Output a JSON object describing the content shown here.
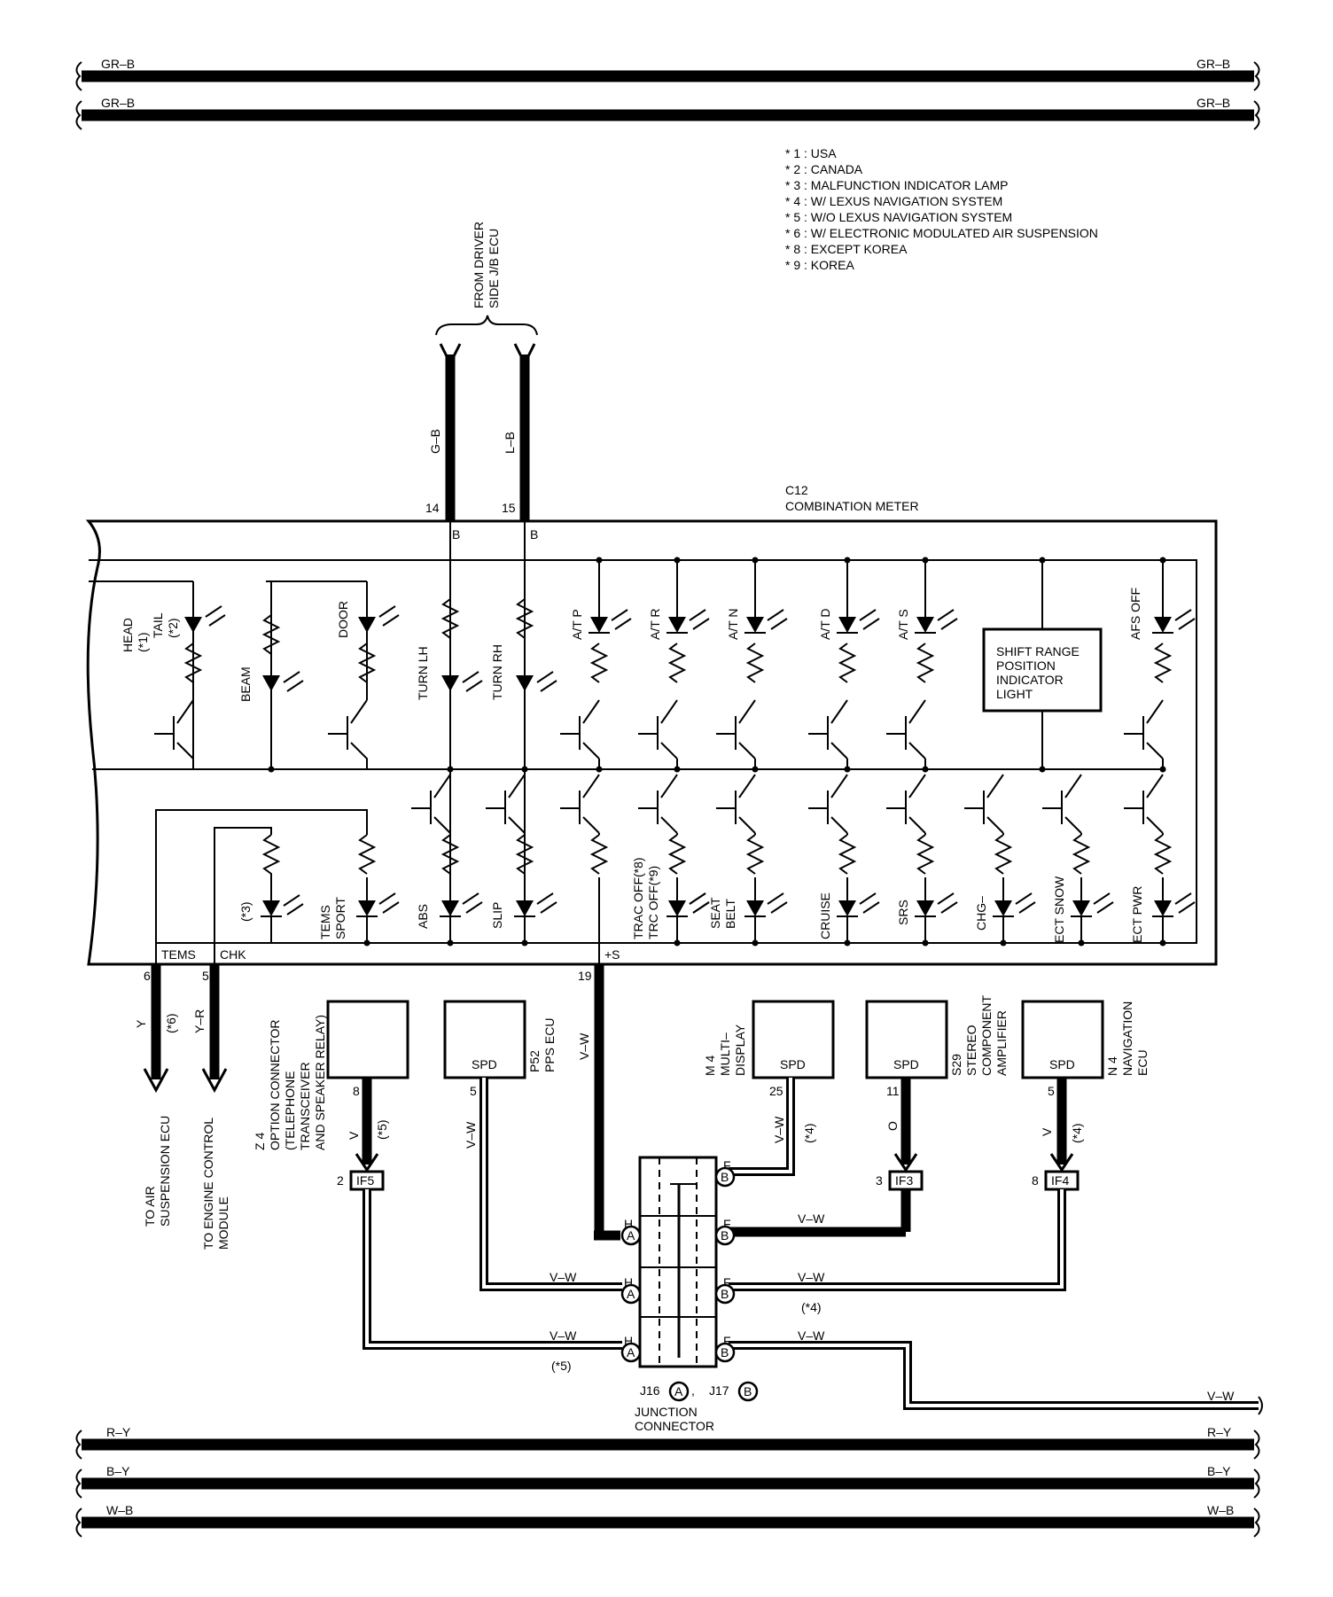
{
  "buses_top": [
    {
      "left_label": "GR–B",
      "right_label": "GR–B"
    },
    {
      "left_label": "GR–B",
      "right_label": "GR–B"
    }
  ],
  "buses_bottom": [
    {
      "left_label": "R–Y",
      "right_label": "R–Y"
    },
    {
      "left_label": "B–Y",
      "right_label": "B–Y"
    },
    {
      "left_label": "W–B",
      "right_label": "W–B"
    }
  ],
  "right_exit_label": "V–W",
  "legend": [
    "* 1 : USA",
    "* 2 : CANADA",
    "* 3 : MALFUNCTION INDICATOR LAMP",
    "* 4 : W/ LEXUS NAVIGATION SYSTEM",
    "* 5 : W/O LEXUS NAVIGATION SYSTEM",
    "* 6 : W/ ELECTRONIC MODULATED AIR SUSPENSION",
    "* 8 : EXCEPT KOREA",
    "* 9 : KOREA"
  ],
  "driver_ecu": {
    "source_lines": [
      "FROM DRIVER",
      "SIDE J/B ECU"
    ],
    "wire_left": "G–B",
    "wire_right": "L–B",
    "pin_left": "14",
    "pin_right": "15",
    "b_left": "B",
    "b_right": "B"
  },
  "meter": {
    "code": "C12",
    "name": "COMBINATION METER",
    "top_labels": [
      "HEAD",
      "(*1)",
      "TAIL",
      "(*2)",
      "BEAM",
      "DOOR",
      "TURN LH",
      "TURN RH",
      "A/T P",
      "A/T R",
      "A/T N",
      "A/T D",
      "A/T S",
      "AFS OFF"
    ],
    "shift_box": [
      "SHIFT RANGE",
      "POSITION",
      "INDICATOR",
      "LIGHT"
    ],
    "bottom_labels": [
      "(*3)",
      "TEMS",
      "SPORT",
      "ABS",
      "SLIP",
      "TRAC OFF(*8)",
      "TRC OFF(*9)",
      "SEAT",
      "BELT",
      "CRUISE",
      "SRS",
      "CHG–",
      "ECT SNOW",
      "ECT PWR"
    ],
    "term_tems": "TEMS",
    "term_chk": "CHK",
    "term_s": "+S"
  },
  "outputs": {
    "pin_tems": "6",
    "pin_chk": "5",
    "pin_s": "19",
    "wire_y": "Y",
    "note_y": "(*6)",
    "wire_yr": "Y–R",
    "wire_s": "V–W",
    "to_air": [
      "TO AIR",
      "SUSPENSION ECU"
    ],
    "to_engine": [
      "TO ENGINE CONTROL",
      "MODULE"
    ]
  },
  "components": {
    "z4": {
      "code": "Z 4",
      "lines": [
        "OPTION CONNECTOR",
        "(TELEPHONE",
        "TRANSCEIVER",
        "AND SPEAKER RELAY)"
      ],
      "pin": "8",
      "wire": "V",
      "note": "(*5)"
    },
    "p52": {
      "code": "P52",
      "lines": [
        "PPS ECU"
      ],
      "spd": "SPD",
      "pin": "5",
      "wire": "V–W"
    },
    "m4": {
      "code": "M 4",
      "lines": [
        "MULTI–",
        "DISPLAY"
      ],
      "spd": "SPD",
      "pin": "25",
      "wire": "V–W",
      "note": "(*4)"
    },
    "s29": {
      "code": "S29",
      "lines": [
        "STEREO",
        "COMPONENT",
        "AMPLIFIER"
      ],
      "spd": "SPD",
      "pin": "11",
      "wire": "O"
    },
    "n4": {
      "code": "N 4",
      "lines": [
        "NAVIGATION",
        "ECU"
      ],
      "spd": "SPD",
      "pin": "5",
      "wire": "V",
      "note": "(*4)"
    }
  },
  "in_lines": {
    "if5": {
      "label": "IF5",
      "pin": "2"
    },
    "if3": {
      "label": "IF3",
      "pin": "3"
    },
    "if4": {
      "label": "IF4",
      "pin": "8"
    }
  },
  "junction": {
    "title": [
      "JUNCTION",
      "CONNECTOR"
    ],
    "j16": "J16",
    "j17": "J17",
    "letter_a": "A",
    "letter_b": "B",
    "pin_h": "H",
    "pin_f": "F",
    "wire_label": "V–W",
    "note_4": "(*4)",
    "note_5": "(*5)",
    "sep": ","
  }
}
